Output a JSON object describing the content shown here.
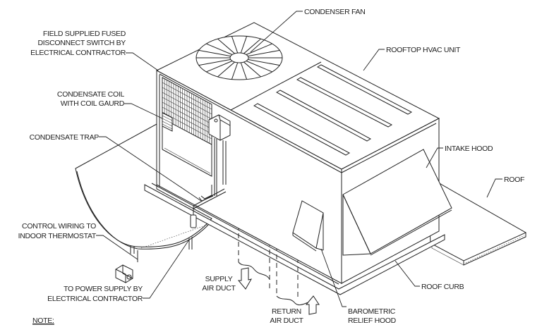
{
  "diagram": {
    "title": "Rooftop HVAC Unit Installation",
    "stroke_color": "#222222",
    "background": "#ffffff"
  },
  "labels": {
    "condenser_fan": "CONDENSER FAN",
    "rooftop_unit": "ROOFTOP HVAC UNIT",
    "disconnect": [
      "FIELD SUPPLIED FUSED",
      "DISCONNECT SWITCH BY",
      "ELECTRICAL CONTRACTOR"
    ],
    "condensate_coil": [
      "CONDENSATE COIL",
      "WITH COIL GAURD"
    ],
    "condensate_trap": "CONDENSATE TRAP",
    "intake_hood": "INTAKE HOOD",
    "roof": "ROOF",
    "control_wiring": [
      "CONTROL WIRING TO",
      "INDOOR THERMOSTAT"
    ],
    "power_supply": [
      "TO POWER SUPPLY BY",
      "ELECTRICAL CONTRACTOR"
    ],
    "supply_duct": [
      "SUPPLY",
      "AIR DUCT"
    ],
    "return_duct": [
      "RETURN",
      "AIR DUCT"
    ],
    "roof_curb": "ROOF CURB",
    "barometric": [
      "BAROMETRIC",
      "RELIEF HOOD"
    ],
    "note": "NOTE:"
  }
}
